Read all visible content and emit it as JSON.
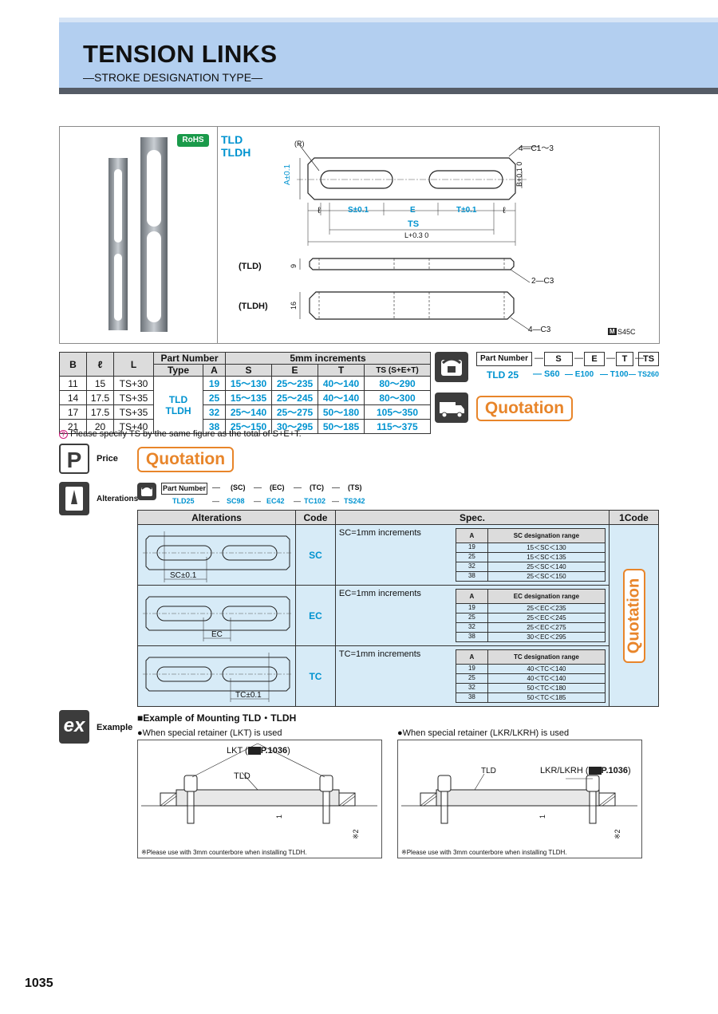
{
  "header": {
    "title": "TENSION LINKS",
    "subtitle": "—STROKE DESIGNATION TYPE—"
  },
  "figure": {
    "rohs": "RoHS",
    "type1": "TLD",
    "type2": "TLDH",
    "r_label": "(R)",
    "chamfer_top": "4—C1～3",
    "dim_a": "A±0.1",
    "dim_b": "B+0.1 0",
    "dim_l_left": "ℓ",
    "dim_s": "S±0.1",
    "dim_e": "E",
    "dim_t": "T±0.1",
    "dim_l_right": "ℓ",
    "dim_ts": "TS",
    "dim_L": "L+0.3 0",
    "side_tld": "(TLD)",
    "side_tldh": "(TLDH)",
    "thick_tld": "9",
    "thick_tldh": "16",
    "chamfer_2c3": "2—C3",
    "chamfer_4c3": "4—C3",
    "material_mark": "M",
    "material": "S45C"
  },
  "main_table": {
    "h_b": "B",
    "h_l": "ℓ",
    "h_L": "L",
    "h_part": "Part Number",
    "h_type": "Type",
    "h_a": "A",
    "h_inc": "5mm increments",
    "h_s": "S",
    "h_e": "E",
    "h_t": "T",
    "h_ts": "TS (S+E+T)",
    "type_1": "TLD",
    "type_2": "TLDH",
    "rows": [
      {
        "b": "11",
        "l": "15",
        "L": "TS+30",
        "a": "19",
        "s": "15～130",
        "e": "25～235",
        "t": "40～140",
        "ts": "80～290"
      },
      {
        "b": "14",
        "l": "17.5",
        "L": "TS+35",
        "a": "25",
        "s": "15～135",
        "e": "25～245",
        "t": "40～140",
        "ts": "80～300"
      },
      {
        "b": "17",
        "l": "17.5",
        "L": "TS+35",
        "a": "32",
        "s": "25～140",
        "e": "25～275",
        "t": "50～180",
        "ts": "105～350"
      },
      {
        "b": "21",
        "l": "20",
        "L": "TS+40",
        "a": "38",
        "s": "25～150",
        "e": "30～295",
        "t": "50～185",
        "ts": "115～375"
      }
    ],
    "note": "Please specify TS by the same figure as the total of S+E+T."
  },
  "order": {
    "part_number": "Part Number",
    "dash": "—",
    "s": "S",
    "e": "E",
    "t": "T",
    "ts": "TS",
    "ex_part": "TLD  25",
    "ex_s": "— S60",
    "ex_e": "— E100",
    "ex_t": "— T100",
    "ex_ts": "— TS260"
  },
  "quotation": "Quotation",
  "price": {
    "icon": "P",
    "label": "Price"
  },
  "alterations": {
    "label": "Alterations",
    "code_part": "Part Number",
    "c_sc": "(SC)",
    "c_ec": "(EC)",
    "c_tc": "(TC)",
    "c_ts": "(TS)",
    "ex_part": "TLD25",
    "ex_sc": "SC98",
    "ex_ec": "EC42",
    "ex_tc": "TC102",
    "ex_ts": "TS242",
    "h_alt": "Alterations",
    "h_code": "Code",
    "h_spec": "Spec.",
    "h_1code": "1Code",
    "rows": [
      {
        "code": "SC",
        "spec": "SC=1mm increments",
        "dim": "SC±0.1",
        "range_h": "SC designation range",
        "ranges": [
          [
            "19",
            "15＜SC＜130"
          ],
          [
            "25",
            "15＜SC＜135"
          ],
          [
            "32",
            "25＜SC＜140"
          ],
          [
            "38",
            "25＜SC＜150"
          ]
        ]
      },
      {
        "code": "EC",
        "spec": "EC=1mm increments",
        "dim": "EC",
        "range_h": "EC designation range",
        "ranges": [
          [
            "19",
            "25＜EC＜235"
          ],
          [
            "25",
            "25＜EC＜245"
          ],
          [
            "32",
            "25＜EC＜275"
          ],
          [
            "38",
            "30＜EC＜295"
          ]
        ]
      },
      {
        "code": "TC",
        "spec": "TC=1mm increments",
        "dim": "TC±0.1",
        "range_h": "TC designation range",
        "ranges": [
          [
            "19",
            "40＜TC＜140"
          ],
          [
            "25",
            "40＜TC＜140"
          ],
          [
            "32",
            "50＜TC＜180"
          ],
          [
            "38",
            "50＜TC＜185"
          ]
        ]
      }
    ],
    "range_a": "A"
  },
  "example": {
    "icon": "ex",
    "label": "Example",
    "title": "■Example of Mounting TLD・TLDH",
    "left_caption": "●When special retainer (LKT) is used",
    "right_caption": "●When special retainer (LKR/LKRH) is used",
    "left_lkt": "LKT (",
    "left_page": "P.1036",
    "close": ")",
    "tld": "TLD",
    "right_lkr": "LKR/LKRH (",
    "right_page": "P.1036",
    "dim_1": "1",
    "dim_2": "※2",
    "note": "※Please use with 3mm counterbore when installing TLDH."
  },
  "page_number": "1035"
}
